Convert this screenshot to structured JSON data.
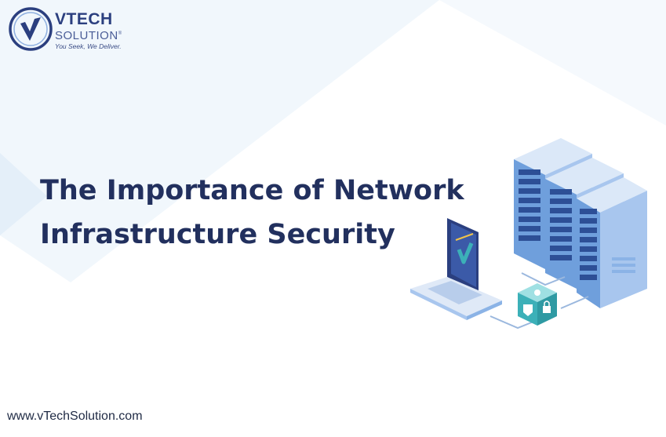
{
  "brand": {
    "name_line1": "VTECH",
    "name_line2": "SOLUTION",
    "tagline": "You Seek, We Deliver.",
    "trademark": "®"
  },
  "title": {
    "line1": "The Importance of Network",
    "line2": "Infrastructure Security"
  },
  "footer": {
    "url": "www.vTechSolution.com"
  },
  "colors": {
    "title": "#22305e",
    "brand": "#2b3f7f",
    "accent_teal": "#3cb0b8",
    "server_blue": "#6f9fdc",
    "bg_shape": "#eaf3fb"
  },
  "icons": [
    "vtech-logo-icon",
    "server-rack-icon",
    "laptop-icon",
    "shield-check-icon",
    "lock-icon",
    "gear-icon"
  ]
}
